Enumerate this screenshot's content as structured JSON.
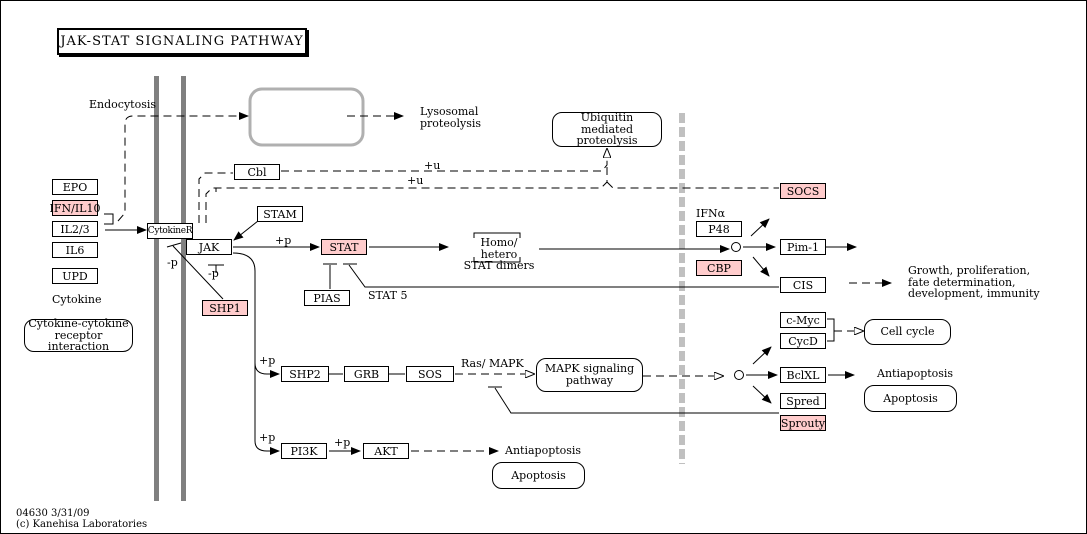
{
  "title": "JAK-STAT SIGNALING PATHWAY",
  "footer": {
    "line1": "04630 3/31/09",
    "line2": "(c) Kanehisa Laboratories"
  },
  "colors": {
    "highlight": "#ffcccc",
    "membrane": "#808080",
    "nuclear_membrane": "#c0c0c0",
    "lysosome": "#b0b0b0"
  },
  "nodes": {
    "epo": "EPO",
    "ifn_il10": "IFN/IL10",
    "il2_3": "IL2/3",
    "il6": "IL6",
    "upd": "UPD",
    "cytokine_r": "CytokineR",
    "jak": "JAK",
    "cbl": "Cbl",
    "stam": "STAM",
    "stat": "STAT",
    "pias": "PIAS",
    "shp1": "SHP1",
    "socs": "SOCS",
    "p48": "P48",
    "cbp": "CBP",
    "pim1": "Pim-1",
    "cis": "CIS",
    "cmyc": "c-Myc",
    "cycd": "CycD",
    "bclxl": "BclXL",
    "spred": "Spred",
    "sprouty": "Sprouty",
    "shp2": "SHP2",
    "grb": "GRB",
    "sos": "SOS",
    "pi3k": "PI3K",
    "akt": "AKT"
  },
  "rounded": {
    "cytokine_interaction": "Cytokine-cytokine\nreceptor interaction",
    "ubiquitin": "Ubiquitin mediated\nproteolysis",
    "mapk": "MAPK signaling\npathway",
    "cell_cycle": "Cell cycle",
    "apoptosis_right": "Apoptosis",
    "apoptosis_bottom": "Apoptosis"
  },
  "labels": {
    "endocytosis": "Endocytosis",
    "lysosomal": "Lysosomal\nproteolysis",
    "cytokine": "Cytokine",
    "homo_hetero": "Homo/ hetero\nSTAT dimers",
    "stat5": "STAT 5",
    "ifna": "IFNα",
    "growth": "Growth, proliferation,\n fate determination,\ndevelopment, immunity",
    "antiapoptosis_right": "Antiapoptosis",
    "antiapoptosis_bottom": "Antiapoptosis",
    "ras_mapk": "Ras/ MAPK",
    "plus_u_1": "+u",
    "plus_u_2": "+u",
    "plus_p_jak": "+p",
    "minus_p_1": "-p",
    "minus_p_2": "-p",
    "plus_p_shp2": "+p",
    "plus_p_pi3k": "+p",
    "plus_p_akt": "+p"
  }
}
